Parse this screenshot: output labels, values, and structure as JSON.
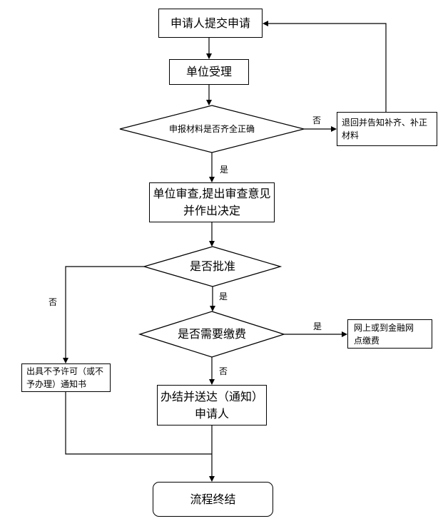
{
  "nodes": {
    "submit": "申请人提交申请",
    "accept": "单位受理",
    "check_materials": "申报材料是否齐全正确",
    "return_supplement": "退回并告知补齐、补正材料",
    "review_line1": "单位审查,提出审查意见",
    "review_line2": "并作出决定",
    "approve": "是否批准",
    "need_fee": "是否需要缴费",
    "online_pay_line1": "网上或到金融网",
    "online_pay_line2": "点缴费",
    "deny_notice_line1": "出具不予许可（或不",
    "deny_notice_line2": "予办理）通知书",
    "deliver_line1": "办结并送达（通知）",
    "deliver_line2": "申请人",
    "end": "流程终结"
  },
  "edge_labels": {
    "materials_no": "否",
    "materials_yes": "是",
    "approve_no": "否",
    "approve_yes": "是",
    "fee_yes": "是",
    "fee_no": "否"
  }
}
